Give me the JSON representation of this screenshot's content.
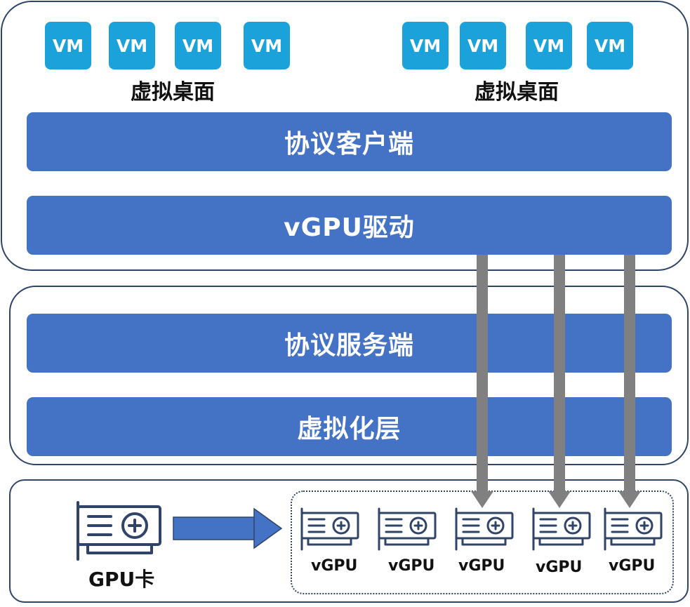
{
  "vm_label": "VM",
  "left_group": {
    "vm_count": 4,
    "label": "虚拟桌面"
  },
  "right_group": {
    "vm_count": 4,
    "label": "虚拟桌面"
  },
  "layers": {
    "client": "协议客户端",
    "driver": "vGPU驱动",
    "server": "协议服务端",
    "virtualization": "虚拟化层"
  },
  "hardware": {
    "gpu_card_label": "GPU卡",
    "vgpu_labels": [
      "vGPU",
      "vGPU",
      "vGPU",
      "vGPU",
      "vGPU"
    ]
  },
  "colors": {
    "layer_fill": "#4472c4",
    "vm_fill": "#1ca2db",
    "arrow_blue": "#4472c4",
    "arrow_gray": "#808080",
    "outline": "#2f4468"
  }
}
